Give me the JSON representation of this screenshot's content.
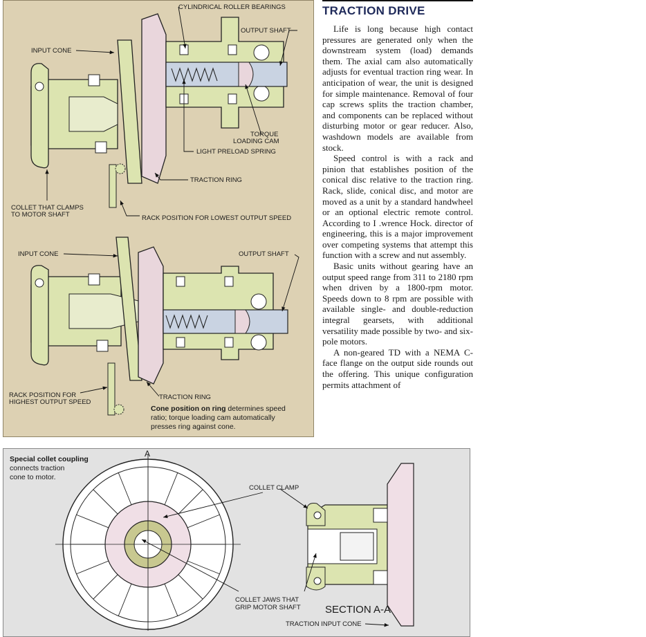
{
  "article": {
    "headline": "TRACTION DRIVE",
    "paragraphs": [
      "Life is long because high contact pressures are generated only when the downstream system (load) demands them. The axial cam also automatically adjusts for eventual traction ring wear. In anticipation of wear, the unit is designed for simple maintenance. Removal of four cap screws splits the traction chamber, and components can be replaced without disturbing motor or gear reducer. Also, washdown models are available from stock.",
      "Speed control is with a rack and pinion that establishes position of the conical disc relative to the traction ring. Rack, slide, conical disc, and motor are moved as a unit by a standard handwheel or an optional electric remote control. According to I .wrence Hock. director of engineering, this is a major improvement over competing systems that attempt this function with a screw and nut assembly.",
      "Basic units without gearing have an output speed range from 311 to 2180 rpm when driven by a 1800-rpm motor. Speeds down to 8 rpm are possible with available single- and double-reduction integral gearsets, with additional versatility made possible by two- and six-pole motors.",
      "A non-geared TD with a NEMA C-face flange on the output side rounds out the offering. This unique configuration permits attachment of"
    ]
  },
  "top_diagram": {
    "labels": {
      "bearings": "CYLINDRICAL ROLLER BEARINGS",
      "output_shaft": "OUTPUT SHAFT",
      "input_cone": "INPUT CONE",
      "torque_cam_1": "TORQUE",
      "torque_cam_2": "LOADING CAM",
      "preload_spring": "LIGHT PRELOAD SPRING",
      "traction_ring": "TRACTION RING",
      "collet_1": "COLLET THAT CLAMPS",
      "collet_2": "TO MOTOR SHAFT",
      "rack_low": "RACK POSITION FOR LOWEST OUTPUT SPEED"
    }
  },
  "middle_diagram": {
    "labels": {
      "input_cone": "INPUT CONE",
      "output_shaft": "OUTPUT SHAFT",
      "rack_high_1": "RACK POSITION FOR",
      "rack_high_2": "HIGHEST OUTPUT SPEED",
      "traction_ring": "TRACTION RING"
    },
    "caption": {
      "bold": "Cone position on ring",
      "line1_rest": " determines speed",
      "line2": "ratio; torque loading cam automatically",
      "line3": "presses ring against cone."
    }
  },
  "bottom_diagram": {
    "caption": {
      "bold": "Special collet coupling",
      "line2": "connects traction",
      "line3": "cone to motor."
    },
    "labels": {
      "section_marker": "A",
      "collet_clamp": "COLLET CLAMP",
      "jaws_1": "COLLET JAWS THAT",
      "jaws_2": "GRIP MOTOR SHAFT",
      "section": "SECTION A-A",
      "input_cone": "TRACTION INPUT CONE"
    }
  },
  "colors": {
    "panel_tan": "#ddd1b3",
    "part_green": "#dce4b0",
    "part_pink": "#e9d6dc",
    "shaft_blue": "#c9d3e2",
    "headline_blue": "#1f2a5a"
  }
}
